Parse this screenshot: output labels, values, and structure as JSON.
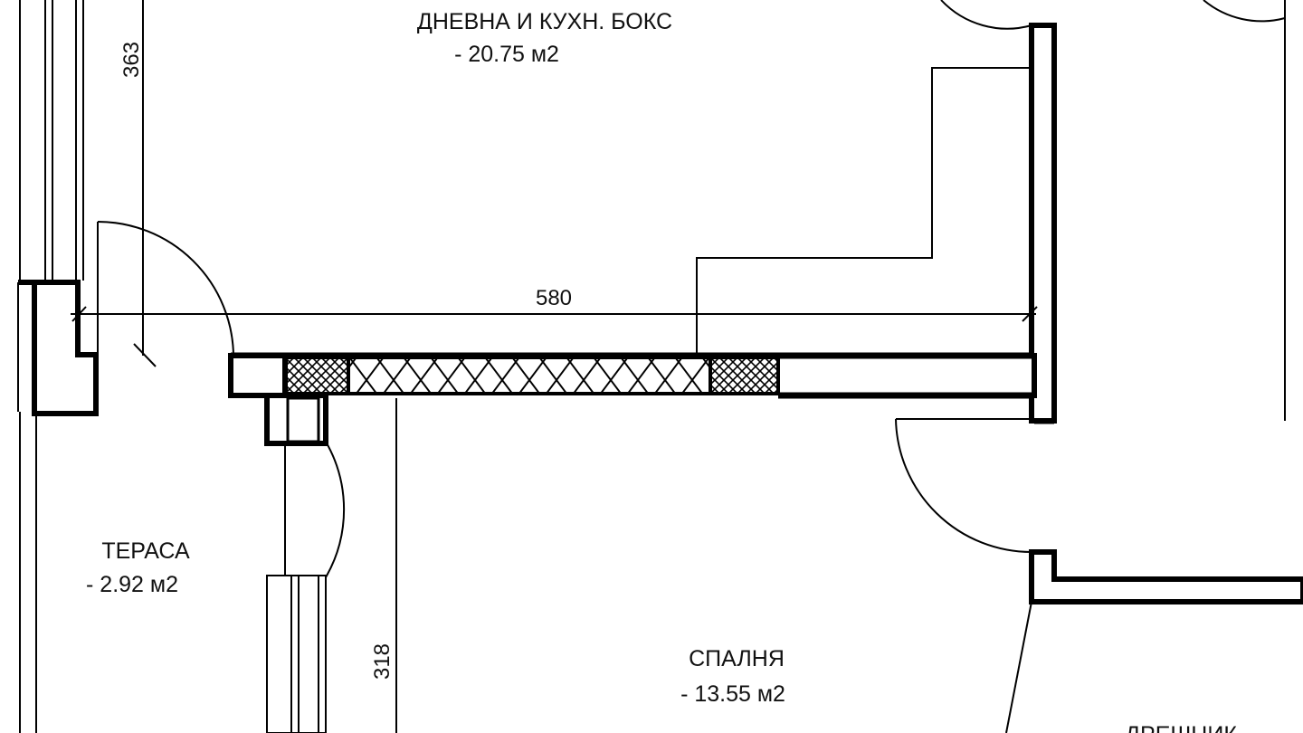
{
  "rooms": {
    "living": {
      "name": "ДНЕВНА И КУХН. БОКС",
      "area": "- 20.75 м2"
    },
    "terrace": {
      "name": "ТЕРАСА",
      "area": "- 2.92 м2"
    },
    "bedroom": {
      "name": "СПАЛНЯ",
      "area": "- 13.55 м2"
    },
    "wardrobe": {
      "name": "ДРЕШНИК"
    }
  },
  "dimensions": {
    "living_depth": "363",
    "partition_length": "580",
    "bedroom_depth": "318"
  },
  "colors": {
    "line": "#000000",
    "background": "#ffffff"
  }
}
